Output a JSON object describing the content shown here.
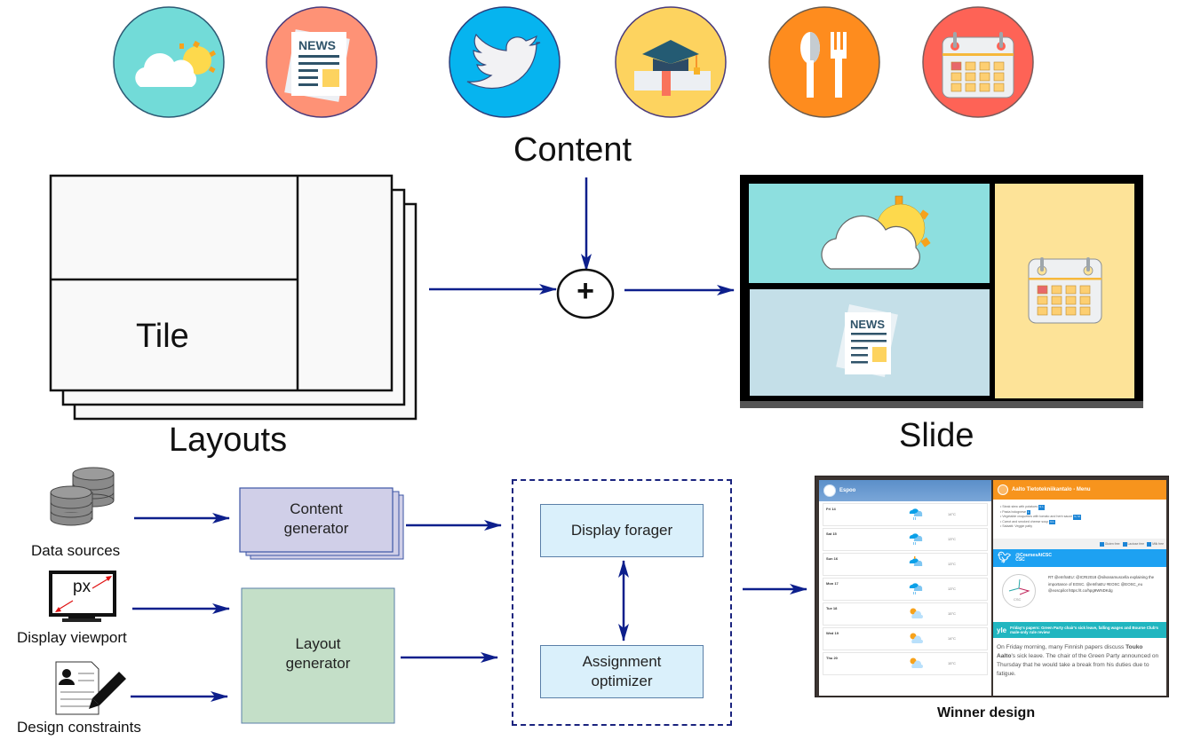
{
  "content_icons": [
    {
      "name": "weather",
      "bg": "#72dbd8"
    },
    {
      "name": "news",
      "bg": "#fe9276",
      "text": "NEWS"
    },
    {
      "name": "twitter",
      "bg": "#06b4ef"
    },
    {
      "name": "education",
      "bg": "#fdd35f"
    },
    {
      "name": "restaurant",
      "bg": "#fe8c1e"
    },
    {
      "name": "calendar",
      "bg": "#fe6356"
    }
  ],
  "labels": {
    "content": "Content",
    "tile": "Tile",
    "layouts": "Layouts",
    "slide": "Slide",
    "plus": "+",
    "winner_design": "Winner design"
  },
  "slide": {
    "news_text": "NEWS",
    "colors": {
      "weather_tile": "#8ddfdf",
      "news_tile": "#c4dfe8",
      "calendar_tile": "#fde398",
      "frame": "#000000"
    }
  },
  "inputs": [
    {
      "label": "Data sources",
      "icon": "database-icon"
    },
    {
      "label": "Display viewport",
      "icon": "monitor-icon",
      "icon_text": "px"
    },
    {
      "label": "Design constraints",
      "icon": "document-pen-icon"
    }
  ],
  "generators": {
    "content": {
      "line1": "Content",
      "line2": "generator",
      "color": "#d0cfe8"
    },
    "layout": {
      "line1": "Layout",
      "line2": "generator",
      "color": "#c4dfc8"
    }
  },
  "optimizer": {
    "forager": "Display forager",
    "assign_line1": "Assignment",
    "assign_line2": "optimizer",
    "color": "#daf0fb"
  },
  "arrow_color": "#0d1f8c",
  "winner": {
    "weather": {
      "title": "Espoo",
      "days": [
        {
          "day": "Fri 14",
          "icon": "rain",
          "temp": "14°C"
        },
        {
          "day": "Sat 15",
          "icon": "rain",
          "temp": "13°C"
        },
        {
          "day": "Sun 16",
          "icon": "storm",
          "temp": "13°C"
        },
        {
          "day": "Mon 17",
          "icon": "rain",
          "temp": "13°C"
        },
        {
          "day": "Tue 18",
          "icon": "sun-cloud",
          "temp": "15°C"
        },
        {
          "day": "Wed 19",
          "icon": "sun-cloud",
          "temp": "14°C"
        },
        {
          "day": "Thu 20",
          "icon": "sun-cloud",
          "temp": "15°C"
        }
      ]
    },
    "menu": {
      "title": "Aalto Tietotekniikantalo - Menu",
      "items": [
        {
          "text": "Steak stew with potatoes",
          "tags": "G L"
        },
        {
          "text": "Pasta bolognese",
          "tags": "L"
        },
        {
          "text": "Vegetable croquettes with tomato and herb sauce",
          "tags": "G, M"
        },
        {
          "text": "Carrot and smoked cheese soup",
          "tags": "G L"
        },
        {
          "text": "Salaatti: Veggie patty",
          "tags": ""
        }
      ],
      "legend": [
        "Gluten free",
        "Lactose free",
        "Milk free"
      ]
    },
    "twitter": {
      "handle": "@CoursesAtCSC",
      "name": "CSC",
      "logo_text": "CSC",
      "tweet": "RT @eInfraEU: @ICRI2018 @silvanamuscella explaining the importance of EOSC. @eInfraEU #EOSC @EOSC_eu @eoscpilot https://t.co/hpg9WNDKdg"
    },
    "news": {
      "source": "yle",
      "headline": "Friday's papers: Green Party chair's sick leave, falling wages and Bourse Club's male-only rule review",
      "body_pre": "On Friday morning, many Finnish papers discuss ",
      "body_bold1": "Touko",
      "body_bold2": "Aalto",
      "body_post": "'s sick leave. The chair of the Green Party announced on Thursday that he would take a break from his duties due to fatigue."
    }
  }
}
